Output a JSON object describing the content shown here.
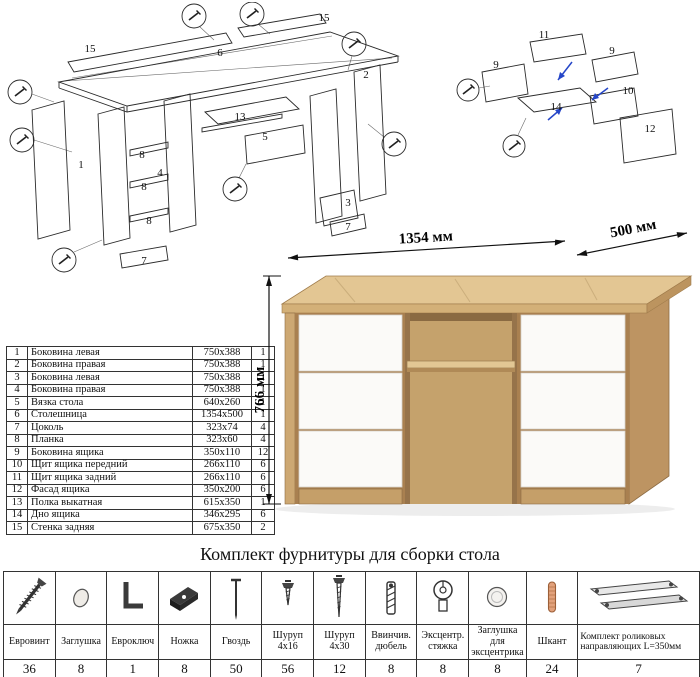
{
  "dimensions": {
    "width": "1354 мм",
    "depth": "500 мм",
    "height": "766 мм"
  },
  "diagram_main": {
    "labels": [
      "15",
      "6",
      "15",
      "2",
      "1",
      "8",
      "4",
      "8",
      "8",
      "13",
      "5",
      "3",
      "7",
      "7"
    ]
  },
  "diagram_drawer": {
    "labels": [
      "11",
      "9",
      "10",
      "14",
      "12",
      "9"
    ]
  },
  "parts_table": {
    "rows": [
      {
        "num": "1",
        "name": "Боковина левая",
        "size": "750x388",
        "qty": "1"
      },
      {
        "num": "2",
        "name": "Боковина правая",
        "size": "750x388",
        "qty": "1"
      },
      {
        "num": "3",
        "name": "Боковина левая",
        "size": "750x388",
        "qty": "1"
      },
      {
        "num": "4",
        "name": "Боковина правая",
        "size": "750x388",
        "qty": "1"
      },
      {
        "num": "5",
        "name": "Вязка стола",
        "size": "640x260",
        "qty": "1"
      },
      {
        "num": "6",
        "name": "Столешница",
        "size": "1354x500",
        "qty": "1"
      },
      {
        "num": "7",
        "name": "Цоколь",
        "size": "323x74",
        "qty": "4"
      },
      {
        "num": "8",
        "name": "Планка",
        "size": "323x60",
        "qty": "4"
      },
      {
        "num": "9",
        "name": "Боковина ящика",
        "size": "350x110",
        "qty": "12"
      },
      {
        "num": "10",
        "name": "Щит ящика передний",
        "size": "266x110",
        "qty": "6"
      },
      {
        "num": "11",
        "name": "Щит ящика задний",
        "size": "266x110",
        "qty": "6"
      },
      {
        "num": "12",
        "name": "Фасад ящика",
        "size": "350x200",
        "qty": "6"
      },
      {
        "num": "13",
        "name": "Полка выкатная",
        "size": "615x350",
        "qty": "1"
      },
      {
        "num": "14",
        "name": "Дно ящика",
        "size": "346x295",
        "qty": "6"
      },
      {
        "num": "15",
        "name": "Стенка задняя",
        "size": "675x350",
        "qty": "2"
      }
    ]
  },
  "hardware": {
    "title": "Комплект фурнитуры для сборки стола",
    "items": [
      {
        "name": "Евровинт",
        "qty": "36"
      },
      {
        "name": "Заглушка",
        "qty": "8"
      },
      {
        "name": "Евроключ",
        "qty": "1"
      },
      {
        "name": "Ножка",
        "qty": "8"
      },
      {
        "name": "Гвоздь",
        "qty": "50"
      },
      {
        "name": "Шуруп 4х16",
        "qty": "56"
      },
      {
        "name": "Шуруп 4х30",
        "qty": "12"
      },
      {
        "name": "Ввинчив. дюбель",
        "qty": "8"
      },
      {
        "name": "Эксцентр. стяжка",
        "qty": "8"
      },
      {
        "name": "Заглушка для эксцентрика",
        "qty": "8"
      },
      {
        "name": "Шкант",
        "qty": "24"
      },
      {
        "name": "Комплект роликовых направляющих L=350мм",
        "qty": "7"
      }
    ]
  },
  "colors": {
    "wood": "#d3b078",
    "wood_dark": "#a98050",
    "drawer_white": "#fbfaf8",
    "accent_blue": "#2546c8"
  }
}
